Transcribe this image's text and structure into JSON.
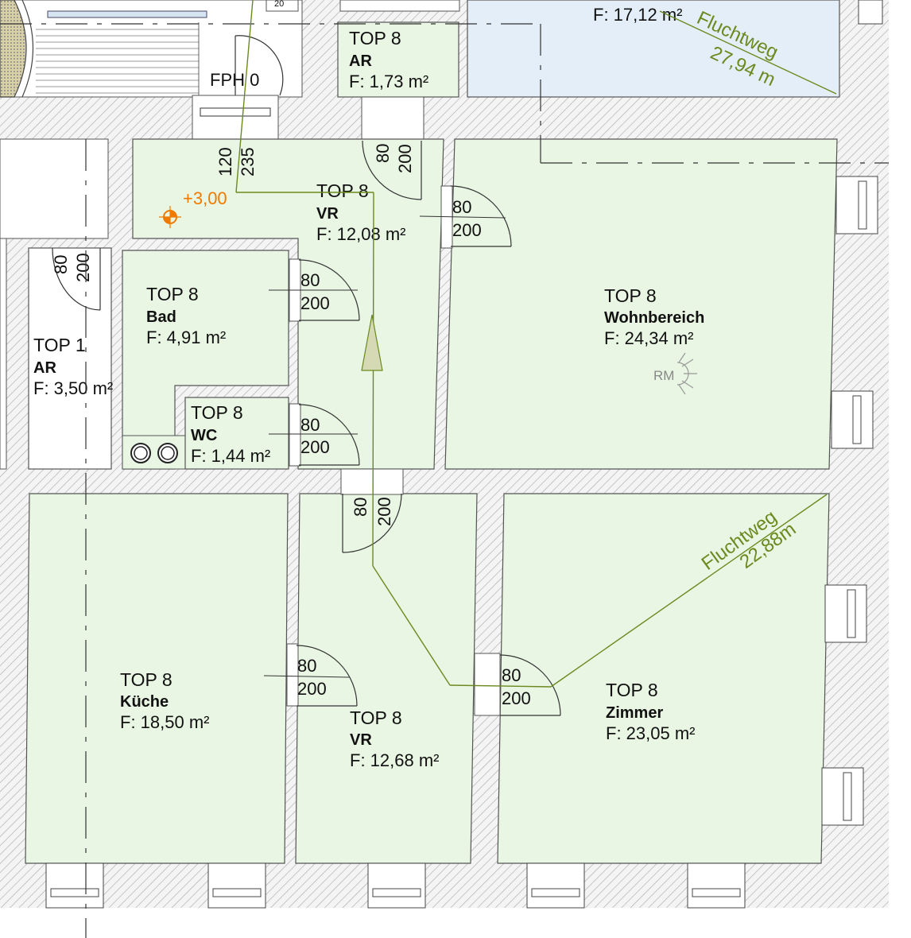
{
  "rooms": {
    "ar_top8": {
      "name": "TOP 8",
      "type": "AR",
      "area_label": "F: 1,73 m²"
    },
    "vr_upper": {
      "name": "TOP 8",
      "type": "VR",
      "area_label": "F: 12,08 m²"
    },
    "bad": {
      "name": "TOP 8",
      "type": "Bad",
      "area_label": "F: 4,91 m²"
    },
    "wc": {
      "name": "TOP 8",
      "type": "WC",
      "area_label": "F: 1,44 m²"
    },
    "ar_top1": {
      "name": "TOP 1",
      "type": "AR",
      "area_label": "F: 3,50 m²"
    },
    "wohnbereich": {
      "name": "TOP 8",
      "type": "Wohnbereich",
      "area_label": "F:   24,34 m²"
    },
    "kueche": {
      "name": "TOP 8",
      "type": "Küche",
      "area_label": "F: 18,50 m²"
    },
    "vr_lower": {
      "name": "TOP 8",
      "type": "VR",
      "area_label": "F: 12,68 m²"
    },
    "zimmer": {
      "name": "TOP 8",
      "type": "Zimmer",
      "area_label": "F: 23,05 m²"
    },
    "top_right_area": {
      "area_label": "F: 17,12 m²"
    }
  },
  "doors": {
    "width": "80",
    "height": "200",
    "vertical_first_width": "120",
    "vertical_first_height": "235"
  },
  "labels": {
    "fph": "FPH 0",
    "elevation": "+3,00",
    "smoke_detector": "RM",
    "stair_number": "20"
  },
  "escape_routes": [
    {
      "label": "Fluchtweg",
      "length": "27,94 m"
    },
    {
      "label": "Fluchtweg",
      "length": "22,88m"
    }
  ],
  "colors": {
    "room_fill": "#e9f6e3",
    "blue_room_fill": "#e3eef8",
    "wall_hatch": "#a8a8a8",
    "escape_route": "#6a8a1f",
    "elevation": "#f07a00"
  }
}
